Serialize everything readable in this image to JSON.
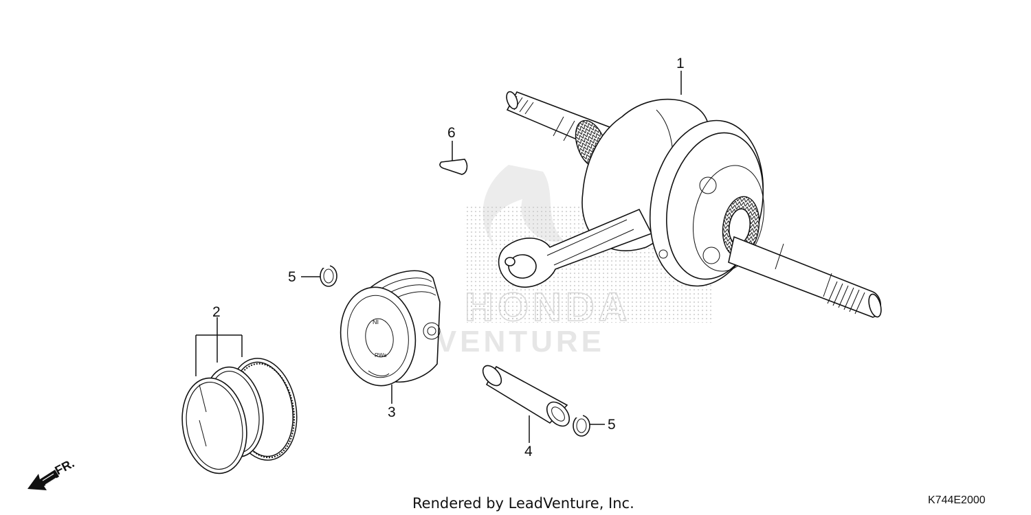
{
  "diagram": {
    "callouts": [
      {
        "id": "crankshaft",
        "label": "1"
      },
      {
        "id": "piston-ring-set",
        "label": "2"
      },
      {
        "id": "piston",
        "label": "3"
      },
      {
        "id": "piston-pin",
        "label": "4"
      },
      {
        "id": "pin-clip-left",
        "label": "5"
      },
      {
        "id": "pin-clip-right",
        "label": "5"
      },
      {
        "id": "woodruff-key",
        "label": "6"
      }
    ],
    "direction_label": "FR.",
    "piston_markings": [
      "NI",
      "RWa"
    ],
    "watermark": {
      "brand": "HONDA",
      "line2": "LEADVENTURE"
    },
    "footer": "Rendered by LeadVenture, Inc.",
    "diagram_code": "K744E2000"
  }
}
